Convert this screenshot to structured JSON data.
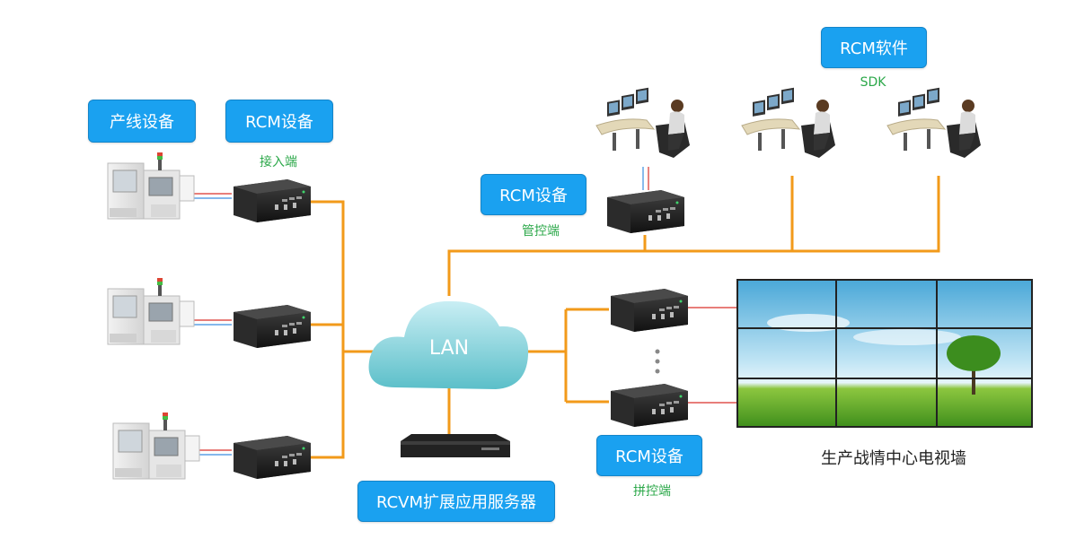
{
  "labels": {
    "production_equipment": "产线设备",
    "rcm_access": "RCM设备",
    "rcm_access_sub": "接入端",
    "rcm_control": "RCM设备",
    "rcm_control_sub": "管控端",
    "rcm_software": "RCM软件",
    "rcm_software_sub": "SDK",
    "rcm_splice": "RCM设备",
    "rcm_splice_sub": "拼控端",
    "rcvm_server": "RCVM扩展应用服务器",
    "lan": "LAN",
    "video_wall_caption": "生产战情中心电视墙"
  },
  "colors": {
    "label_bg": "#1aa1f0",
    "link_orange": "#f29a1a",
    "sub_green": "#2ca84a",
    "cable_red": "#d9312b",
    "cable_blue": "#3a8de0"
  }
}
